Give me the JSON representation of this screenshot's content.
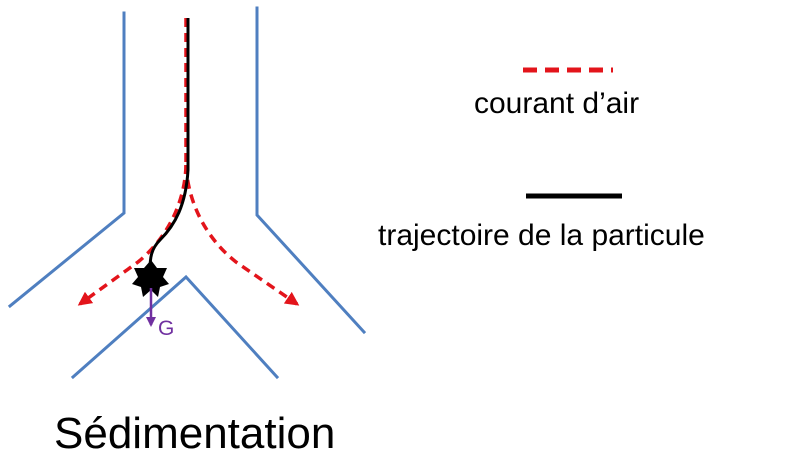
{
  "title": "Sédimentation",
  "legend": {
    "air_current_label": "courant d’air",
    "particle_path_label": "trajectoire de la particule"
  },
  "gravity_label": "G",
  "colors": {
    "wall": "#4f7fc0",
    "air_current": "#e3141b",
    "particle_path": "#000000",
    "gravity": "#7030a0",
    "particle": "#000000"
  }
}
